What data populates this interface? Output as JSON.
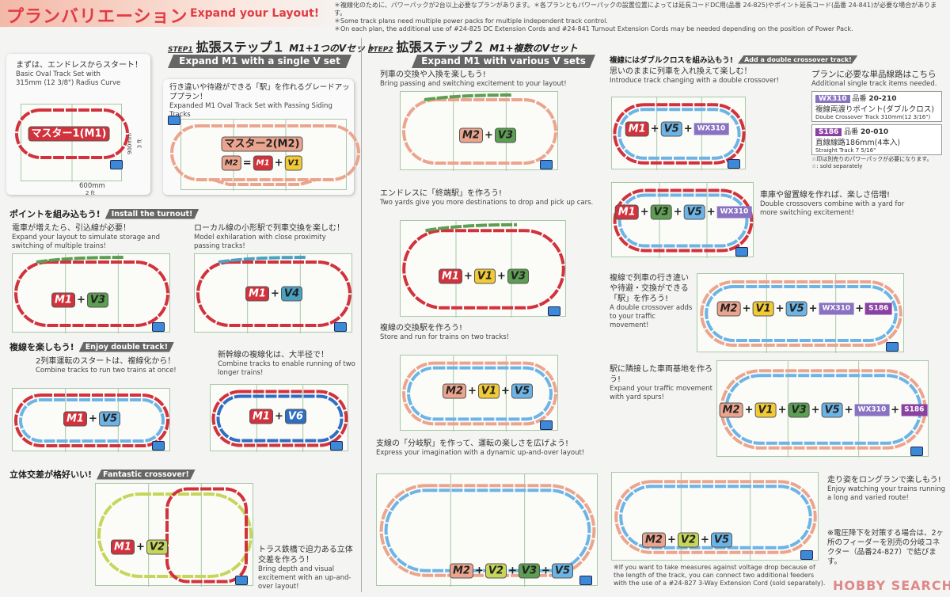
{
  "header": {
    "title": "プランバリエーション",
    "subtitle": "Expand your Layout!",
    "notes": [
      "＊複線化のために、パワーパックが2台以上必要なプランがあります。＊各プランともパワーパックの設置位置によっては延長コードDC用(品番 24-825)やポイント延長コード(品番 24-841)が必要な場合があります。",
      "＊Some track plans need multiple power packs for multiple independent track control.",
      "＊On each plan, the additional use of #24-825 DC Extension Cords and #24-841 Turnout Extension Cords may be needed depending on the position of Power Pack."
    ]
  },
  "step1": {
    "tag": "STEP1",
    "jp": "拡張ステップ１",
    "sub": "M1+1つのVセット",
    "en": "Expand M1 with a single V set"
  },
  "step2": {
    "tag": "STEP2",
    "jp": "拡張ステップ２",
    "sub": "M1+複数のVセット",
    "en": "Expand M1 with various V sets"
  },
  "basic": {
    "jp": "まずは、エンドレスからスタート！",
    "en1": "Basic Oval Track Set with",
    "en2": "315mm (12 3/8\") Radius Curve",
    "label": "マスター1(M1)",
    "width_mm": "600mm",
    "width_ft": "2 ft",
    "height_mm": "900mm",
    "height_ft": "3 ft"
  },
  "expanded": {
    "jp": "行き違いや待避ができる「駅」を作れるグレードアッププラン！",
    "en": "Expanded M1 Oval Track Set with Passing Siding Tracks",
    "label": "マスター2(M2)",
    "formula": [
      "M2",
      "=",
      "M1",
      "+",
      "V1"
    ]
  },
  "sections": {
    "turnout": {
      "jp": "ポイントを組み込もう!",
      "en": "Install the turnout!"
    },
    "double": {
      "jp": "複線を楽しもう!",
      "en": "Enjoy double track!"
    },
    "crossover": {
      "jp": "立体交差が格好いい!",
      "en": "Fantastic crossover!"
    },
    "dx": {
      "jp": "複線にはダブルクロスを組み込もう!",
      "en": "Add a double crossover track!"
    }
  },
  "plans": [
    {
      "jp": "電車が増えたら、引込線が必要！",
      "en": "Expand your layout to simulate storage and switching of multiple trains!",
      "badges": [
        "M1",
        "V3"
      ]
    },
    {
      "jp": "ローカル線の小形駅で列車交換を楽しむ！",
      "en": "Model exhilaration with close proximity passing tracks!",
      "badges": [
        "M1",
        "V4"
      ]
    },
    {
      "jp": "2列車運転のスタートは、複線化から！",
      "en": "Combine tracks to run two trains at once!",
      "badges": [
        "M1",
        "V5"
      ]
    },
    {
      "jp": "新幹線の複線化は、大半径で！",
      "en": "Combine tracks to enable running of two longer trains!",
      "badges": [
        "M1",
        "V6"
      ]
    },
    {
      "jp": "トラス鉄橋で迫力ある立体交差を作ろう！",
      "en": "Bring depth and visual excitement with an up-and-over layout!",
      "badges": [
        "M1",
        "V2"
      ]
    },
    {
      "jp": "列車の交換や入換を楽しもう!",
      "en": "Bring passing and switching excitement to your layout!",
      "badges": [
        "M2",
        "V3"
      ]
    },
    {
      "jp": "エンドレスに「終端駅」を作ろう!",
      "en": "Two yards give you more destinations to drop and pick up cars.",
      "badges": [
        "M1",
        "V1",
        "V3"
      ]
    },
    {
      "jp": "複線の交換駅を作ろう!",
      "en": "Store and run for trains on two tracks!",
      "badges": [
        "M2",
        "V1",
        "V5"
      ]
    },
    {
      "jp": "支線の「分岐駅」を作って、運転の楽しさを広げよう!",
      "en": "Express your imagination with a dynamic up-and-over layout!",
      "badges": [
        "M2",
        "V2",
        "V3",
        "V5"
      ]
    },
    {
      "jp": "思いのままに列車を入れ換えて楽しむ！",
      "en": "Introduce track changing with a double crossover!",
      "badges": [
        "M1",
        "V5",
        "WX310"
      ]
    },
    {
      "jp": "車庫や留置線を作れば、楽しさ倍増!",
      "en": "Double crossovers combine with a yard for more switching excitement!",
      "badges": [
        "M1",
        "V3",
        "V5",
        "WX310"
      ]
    },
    {
      "jp": "複線で列車の行き違いや待避・交換ができる「駅」を作ろう!",
      "en": "A double crossover adds to your traffic movement!",
      "badges": [
        "M2",
        "V1",
        "V5",
        "WX310",
        "S186"
      ]
    },
    {
      "jp": "駅に隣接した車両基地を作ろう!",
      "en": "Expand your traffic movement with yard spurs!",
      "badges": [
        "M2",
        "V1",
        "V3",
        "V5",
        "WX310",
        "S186"
      ]
    },
    {
      "jp": "走り姿をロングランで楽しもう!",
      "en": "Enjoy watching your trains running a long and varied route!",
      "badges": [
        "M2",
        "V2",
        "V5"
      ]
    }
  ],
  "items": {
    "jp": "プランに必要な単品線路はこちら",
    "en": "Additional single track items needed.",
    "list": [
      {
        "code": "WX310",
        "no_label": "品番",
        "no": "20-210",
        "jp": "複線両渡りポイント(ダブルクロス)",
        "en": "Doube Crossover Track 310mm(12 3/16\")"
      },
      {
        "code": "S186",
        "no_label": "品番",
        "no": "20-010",
        "jp": "直線線路186mm(4本入)",
        "en": "Straight Track 7 5/16\""
      }
    ],
    "star_jp": "☆印は別売りのパワーパックが必要になります。",
    "star_en": "☆: sold separately"
  },
  "feeder": {
    "jp": "※電圧降下を対策する場合は、2ヶ所のフィーダーを別売の分岐コネクター（品番24-827）で結びます。",
    "en": "※If you want to take measures against voltage drop because of the length of the track, you can connect two additional feeders with the use of a #24-827 3-Way Extension Cord (sold separately)."
  },
  "watermark": "HOBBY SEARCH",
  "colors": {
    "M1": "#d2323c",
    "M2": "#eba58e",
    "V1": "#f2ca36",
    "V2": "#c6d65a",
    "V3": "#5c9e52",
    "V4": "#4aa2c2",
    "V5": "#6cb4e6",
    "V6": "#2f6ec2",
    "WX310": "#8a72c2",
    "S186": "#8a42a2",
    "accent": "#e03c44",
    "grid": "#a8c8a8"
  }
}
